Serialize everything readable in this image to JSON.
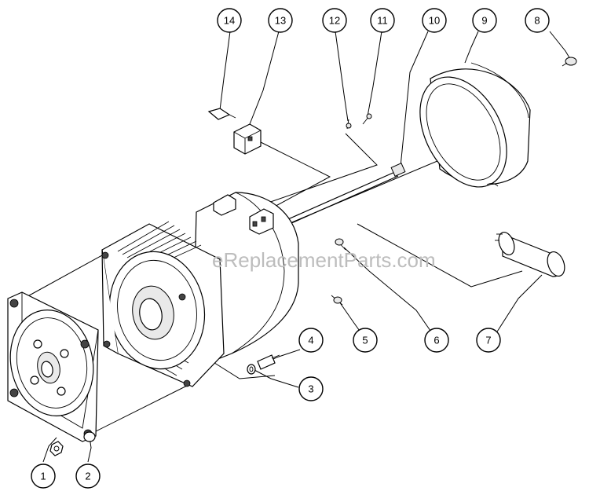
{
  "watermark": "eReplacementParts.com",
  "callouts": [
    {
      "label": "1"
    },
    {
      "label": "2"
    },
    {
      "label": "3"
    },
    {
      "label": "4"
    },
    {
      "label": "5"
    },
    {
      "label": "6"
    },
    {
      "label": "7"
    },
    {
      "label": "8"
    },
    {
      "label": "9"
    },
    {
      "label": "10"
    },
    {
      "label": "11"
    },
    {
      "label": "12"
    },
    {
      "label": "13"
    },
    {
      "label": "14"
    }
  ]
}
